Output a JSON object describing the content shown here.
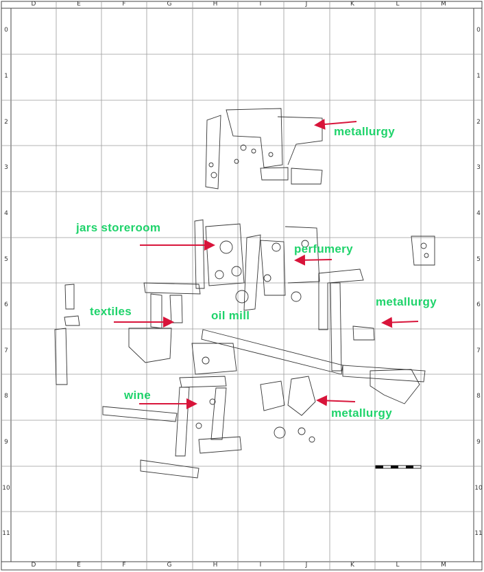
{
  "grid": {
    "columns": [
      "D",
      "E",
      "F",
      "G",
      "H",
      "I",
      "J",
      "K",
      "L",
      "M"
    ],
    "rows": [
      "0",
      "1",
      "2",
      "3",
      "4",
      "5",
      "6",
      "7",
      "8",
      "9",
      "10",
      "11"
    ]
  },
  "labels": {
    "metallurgy_1": "metallurgy",
    "metallurgy_2": "metallurgy",
    "metallurgy_3": "metallurgy",
    "jars_storeroom": "jars storeroom",
    "perfumery": "perfumery",
    "textiles": "textiles",
    "oil_mill": "oil mill",
    "wine": "wine"
  },
  "colors": {
    "label": "#1fd36b",
    "arrow": "#d8143a",
    "grid": "#9a9a9a",
    "outline": "#333333"
  }
}
